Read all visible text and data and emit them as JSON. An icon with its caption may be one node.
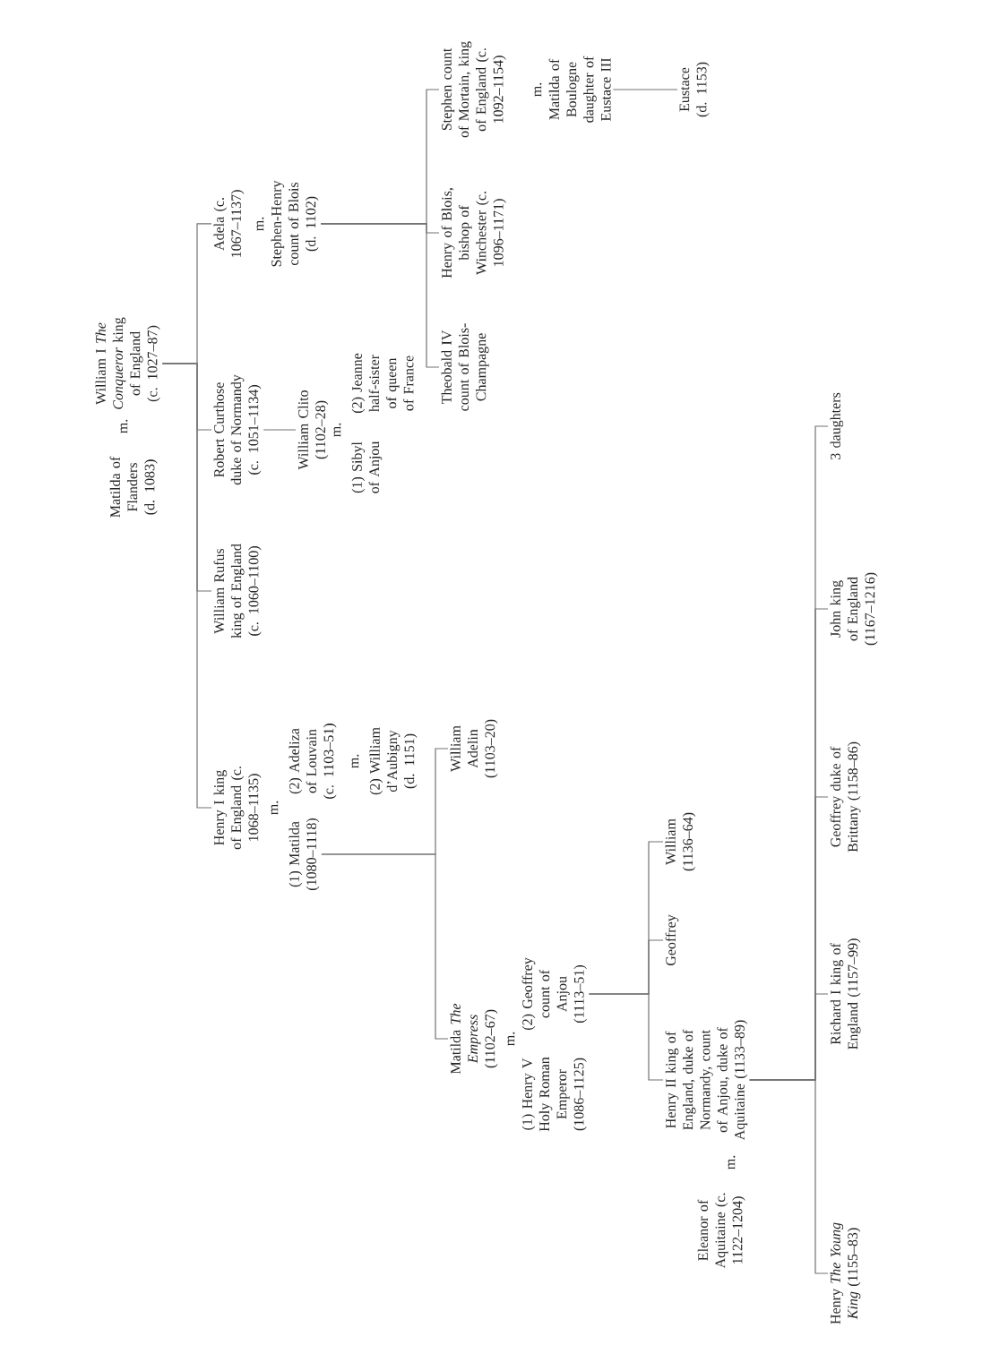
{
  "diagram": {
    "nodes": [
      {
        "text": [
          "Matilda of Flanders (d. 1083)"
        ]
      },
      {
        "text": [
          "William I *The Conqueror* king of England (c. 1027–87)"
        ]
      },
      {
        "text": [
          "Henry I king of England (c. 1068–1135)"
        ]
      },
      {
        "text": [
          "(1) Matilda (1080–1118)"
        ]
      },
      {
        "text": [
          "(2) Adeliza of Louvain (c. 1103–51)"
        ]
      },
      {
        "text": [
          "(2) William d’Aubigny (d. 1151)"
        ]
      },
      {
        "text": [
          "William Rufus king of England (c. 1060–1100)"
        ]
      },
      {
        "text": [
          "Robert Curthose duke of Normandy (c. 1051–1134)"
        ]
      },
      {
        "text": [
          "William Clito (1102–28)"
        ]
      },
      {
        "text": [
          "(1) Sibyl of Anjou"
        ]
      },
      {
        "text": [
          "(2) Jeanne half-sister of queen of France"
        ]
      },
      {
        "text": [
          "Adela (c. 1067–1137)"
        ]
      },
      {
        "text": [
          "Stephen-Henry count of Blois (d. 1102)"
        ]
      },
      {
        "text": [
          "Theobald IV count of Blois-Champagne"
        ]
      },
      {
        "text": [
          "Henry of Blois, bishop of Winchester (c. 1096–1171)"
        ]
      },
      {
        "text": [
          "Stephen count of Mortain, king of England (c. 1092–1154)"
        ]
      },
      {
        "text": [
          "Matilda of Boulogne daughter of Eustace III"
        ]
      },
      {
        "text": [
          "Eustace (d. 1153)"
        ]
      },
      {
        "text": [
          "Matilda *The Empress* (1102–67)"
        ]
      },
      {
        "text": [
          "(1) Henry V Holy Roman Emperor (1086–1125)"
        ]
      },
      {
        "text": [
          "(2) Geoffrey count of Anjou (1113–51)"
        ]
      },
      {
        "text": [
          "William Adelin (1103–20)"
        ]
      },
      {
        "text": [
          "Henry II king of England, duke of Normandy, count of Anjou, duke of Aquitaine (1133–89)"
        ]
      },
      {
        "text": [
          "Geoffrey"
        ]
      },
      {
        "text": [
          "William (1136–64)"
        ]
      },
      {
        "text": [
          "Eleanor of Aquitaine (c. 1122–1204)"
        ]
      },
      {
        "text": [
          "Henry *The Young King* (1155–83)"
        ]
      },
      {
        "text": [
          "Richard I king of England (1157–99)"
        ]
      },
      {
        "text": [
          "Geoffrey duke of Brittany (1158–86)"
        ]
      },
      {
        "text": [
          "John king of England (1167–1216)"
        ]
      },
      {
        "text": [
          "3 daughters"
        ]
      }
    ],
    "edges": [
      {
        "from": 1,
        "to": 2,
        "arrow": "none"
      },
      {
        "from": 1,
        "to": 6,
        "arrow": "none"
      },
      {
        "from": 1,
        "to": 7,
        "arrow": "none"
      },
      {
        "from": 1,
        "to": 11,
        "arrow": "none"
      },
      {
        "from": 3,
        "to": 18,
        "arrow": "none"
      },
      {
        "from": 3,
        "to": 21,
        "arrow": "none"
      },
      {
        "from": 7,
        "to": 8,
        "arrow": "none"
      },
      {
        "from": 12,
        "to": 13,
        "arrow": "none"
      },
      {
        "from": 12,
        "to": 14,
        "arrow": "none"
      },
      {
        "from": 12,
        "to": 15,
        "arrow": "none"
      },
      {
        "from": 16,
        "to": 17,
        "arrow": "none"
      },
      {
        "from": 20,
        "to": 22,
        "arrow": "none"
      },
      {
        "from": 20,
        "to": 23,
        "arrow": "none"
      },
      {
        "from": 20,
        "to": 24,
        "arrow": "none"
      },
      {
        "from": 22,
        "to": 26,
        "arrow": "none"
      },
      {
        "from": 22,
        "to": 27,
        "arrow": "none"
      },
      {
        "from": 22,
        "to": 28,
        "arrow": "none"
      },
      {
        "from": 22,
        "to": 29,
        "arrow": "none"
      },
      {
        "from": 22,
        "to": 30,
        "arrow": "none"
      }
    ],
    "labels": [
      "m.",
      "m.",
      "m.",
      "m.",
      "m.",
      "m.",
      "m.",
      "m."
    ]
  }
}
